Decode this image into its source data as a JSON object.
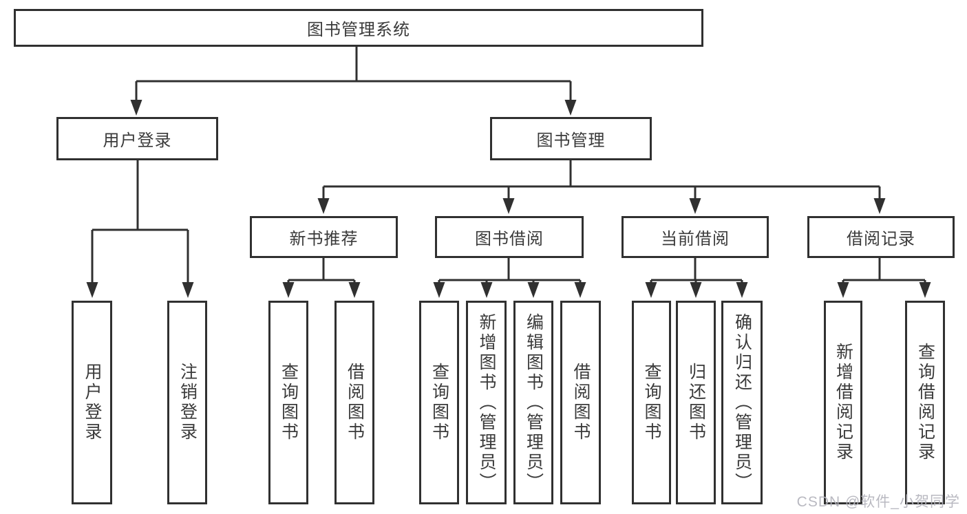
{
  "watermark": {
    "text": "CSDN @软件_小贺同学"
  },
  "colors": {
    "line": "#303030",
    "box_border": "#303030",
    "text": "#3a3a3a",
    "watermark": "#b4b4bc",
    "background": "#ffffff"
  },
  "tree": {
    "label": "图书管理系统",
    "children": [
      {
        "label": "用户登录",
        "children": [
          {
            "label": "用户登录"
          },
          {
            "label": "注销登录"
          }
        ]
      },
      {
        "label": "图书管理",
        "children": [
          {
            "label": "新书推荐",
            "children": [
              {
                "label": "查询图书"
              },
              {
                "label": "借阅图书"
              }
            ]
          },
          {
            "label": "图书借阅",
            "children": [
              {
                "label": "查询图书"
              },
              {
                "label": "新增图书（管理员）"
              },
              {
                "label": "编辑图书（管理员）"
              },
              {
                "label": "借阅图书"
              }
            ]
          },
          {
            "label": "当前借阅",
            "children": [
              {
                "label": "查询图书"
              },
              {
                "label": "归还图书"
              },
              {
                "label": "确认归还（管理员）"
              }
            ]
          },
          {
            "label": "借阅记录",
            "children": [
              {
                "label": "新增借阅记录"
              },
              {
                "label": "查询借阅记录"
              }
            ]
          }
        ]
      }
    ]
  }
}
